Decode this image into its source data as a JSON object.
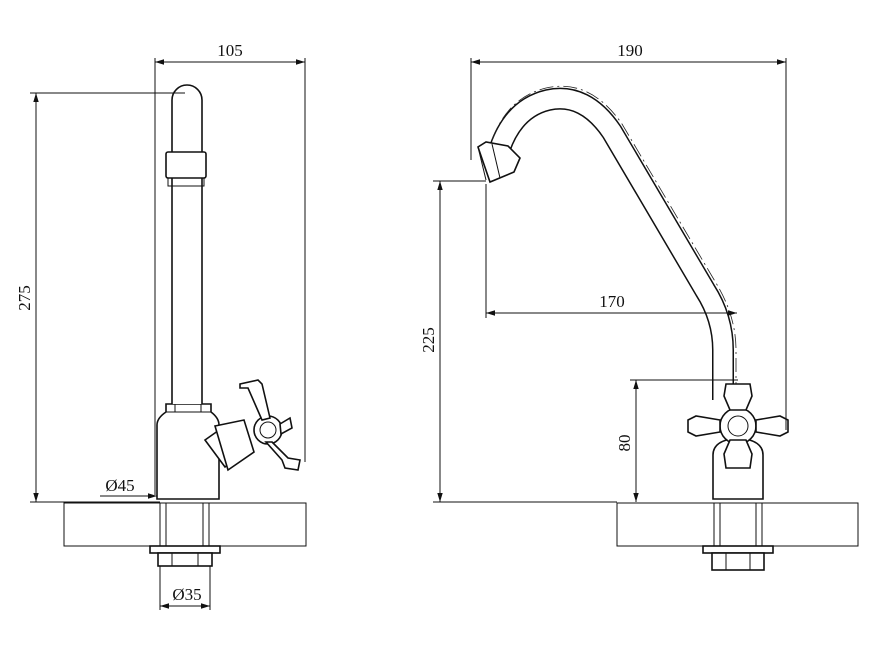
{
  "dimensions": {
    "left_width": "105",
    "left_height": "275",
    "left_base_dia": "Ø45",
    "left_thread_dia": "Ø35",
    "right_width": "190",
    "right_reach": "170",
    "right_spout_height": "225",
    "right_handle_height": "80"
  },
  "colors": {
    "line": "#111111",
    "background": "#ffffff"
  }
}
